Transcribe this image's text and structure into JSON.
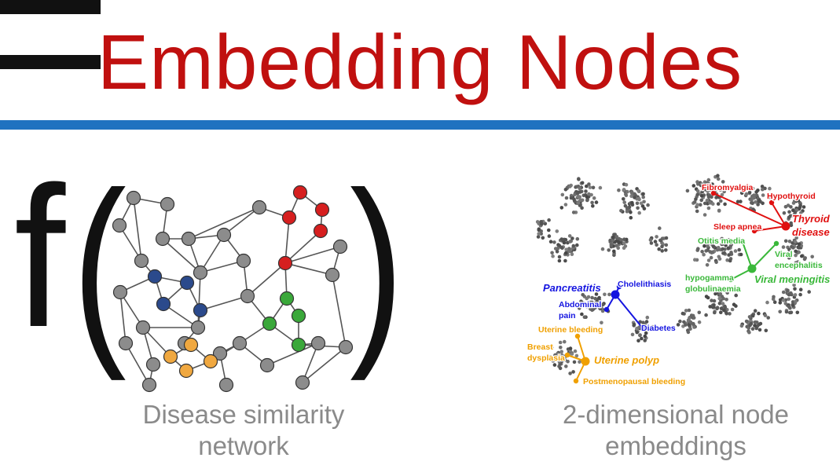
{
  "title": "Embedding Nodes",
  "formula": {
    "function": "f",
    "open_paren": "(",
    "close_paren": ")"
  },
  "colors": {
    "title": "#c0100f",
    "rule": "#1f72c0",
    "node_gray": "#8c8c8c",
    "red": "#d61f1f",
    "blue": "#2b4a8c",
    "orange": "#f0a840",
    "green": "#3aa83a",
    "embed_blue": "#1515e0",
    "embed_orange": "#f0a000",
    "embed_green": "#3ab83a",
    "embed_red": "#e01010"
  },
  "captions": {
    "left_line1": "Disease similarity",
    "left_line2": "network",
    "right_line1": "2-dimensional node",
    "right_line2": "embeddings"
  },
  "embedding_labels": {
    "fibromyalgia": "Fibromyalgia",
    "hypothyroid": "Hypothyroid",
    "sleep_apnea": "Sleep apnea",
    "thyroid1": "Thyroid",
    "thyroid2": "disease",
    "otitis_media": "Otitis media",
    "viral_enc1": "Viral",
    "viral_enc2": "encephalitis",
    "hypogamma1": "hypogamma",
    "hypogamma2": "globulinaemia",
    "viral_meningitis": "Viral meningitis",
    "pancreatitis": "Pancreatitis",
    "cholelithiasis": "Cholelithiasis",
    "abdominal1": "Abdominal",
    "abdominal2": "pain",
    "diabetes": "Diabetes",
    "uterine_bleeding": "Uterine bleeding",
    "breast1": "Breast",
    "breast2": "dysplasia",
    "uterine_polyp": "Uterine polyp",
    "postmenopausal": "Postmenopausal bleeding"
  }
}
